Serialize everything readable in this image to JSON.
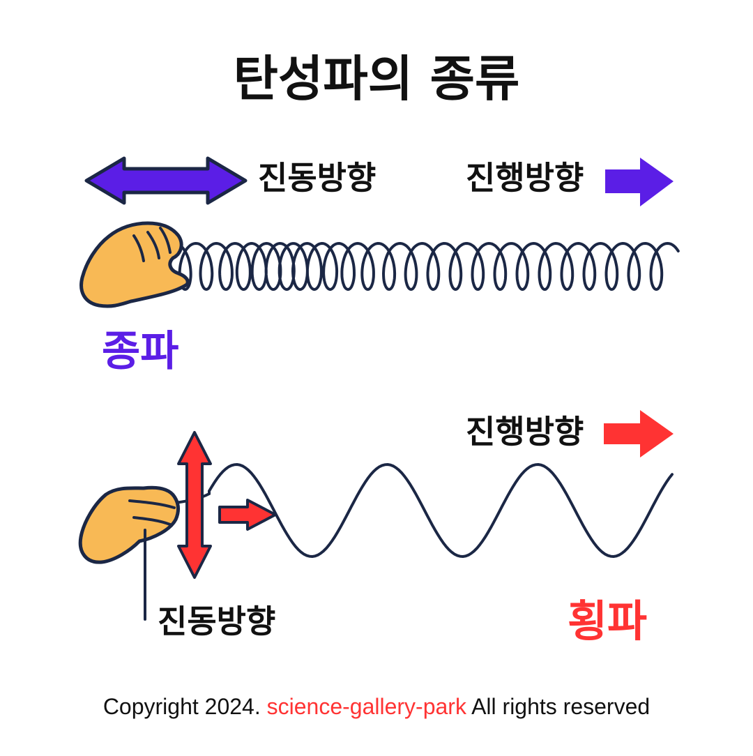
{
  "title": "탄성파의 종류",
  "colors": {
    "longitudinal": "#5b1ee6",
    "transverse": "#ff3333",
    "ink": "#1b2745",
    "hand": "#f8b955",
    "text": "#111111"
  },
  "longitudinal": {
    "vibration_label": "진동방향",
    "propagation_label": "진행방향",
    "name": "종파",
    "hand_icon": "hand-pinching-spring-icon"
  },
  "transverse": {
    "propagation_label": "진행방향",
    "vibration_label": "진동방향",
    "name": "횡파",
    "hand_icon": "hand-holding-rope-icon"
  },
  "footer": {
    "prefix": "Copyright 2024. ",
    "brand": "science-gallery-park",
    "suffix": " All rights reserved"
  }
}
